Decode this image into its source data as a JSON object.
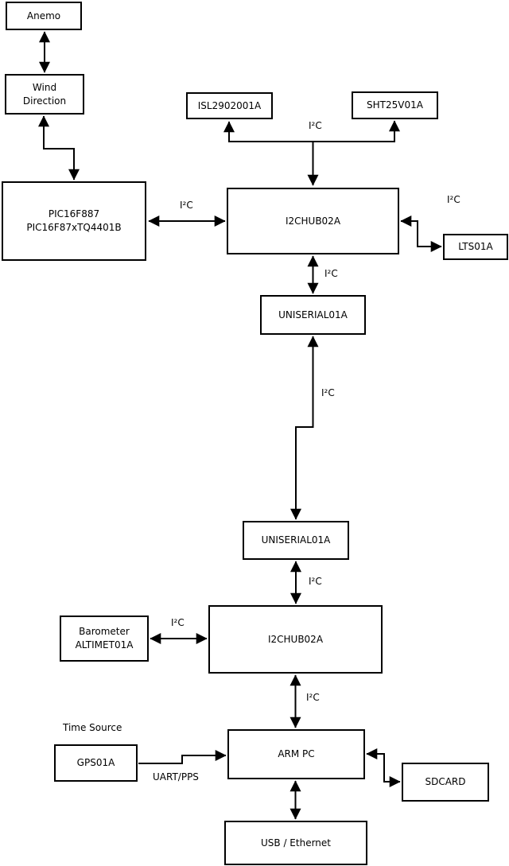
{
  "diagram": {
    "colors": {
      "background": "#ffffff",
      "line": "#000000",
      "text": "#000000"
    },
    "nodes": {
      "anemo": {
        "label": "Anemo"
      },
      "wind_direction": {
        "line1": "Wind",
        "line2": "Direction"
      },
      "pic": {
        "line1": "PIC16F887",
        "line2": "PIC16F87xTQ4401B"
      },
      "isl": {
        "label": "ISL2902001A"
      },
      "sht": {
        "label": "SHT25V01A"
      },
      "i2c_hub_top": {
        "label": "I2CHUB02A"
      },
      "lts": {
        "label": "LTS01A"
      },
      "uniserial_top": {
        "label": "UNISERIAL01A"
      },
      "uniserial_bottom": {
        "label": "UNISERIAL01A"
      },
      "barometer": {
        "line1": "Barometer",
        "line2": "ALTIMET01A"
      },
      "i2c_hub_bottom": {
        "label": "I2CHUB02A"
      },
      "arm_pc": {
        "label": "ARM PC"
      },
      "gps": {
        "label": "GPS01A"
      },
      "sdcard": {
        "label": "SDCARD"
      },
      "usb_ethernet": {
        "label": "USB / Ethernet"
      }
    },
    "labels": {
      "i2c": "I²C",
      "uart_pps": "UART/PPS",
      "time_source": "Time Source"
    }
  }
}
